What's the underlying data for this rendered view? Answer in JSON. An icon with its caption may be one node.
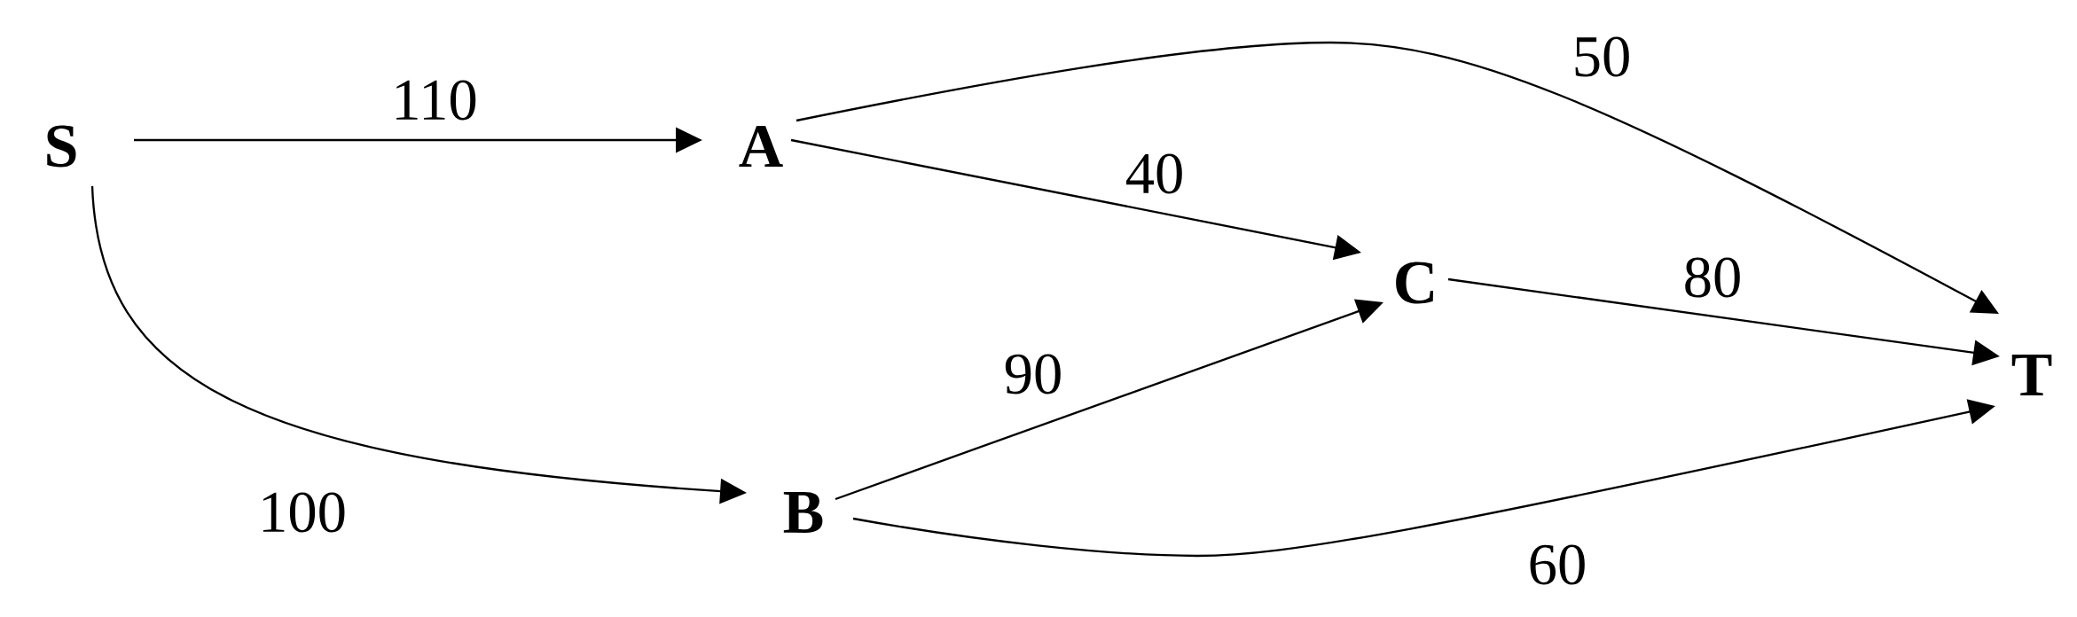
{
  "diagram": {
    "nodes": [
      {
        "text": [
          "S"
        ]
      },
      {
        "text": [
          "A"
        ]
      },
      {
        "text": [
          "B"
        ]
      },
      {
        "text": [
          "C"
        ]
      },
      {
        "text": [
          "T"
        ]
      }
    ],
    "edges": [
      {
        "from": 0,
        "to": 1,
        "arrow": "to",
        "label": "110"
      },
      {
        "from": 0,
        "to": 2,
        "arrow": "to",
        "label": "100"
      },
      {
        "from": 1,
        "to": 3,
        "arrow": "to",
        "label": "40"
      },
      {
        "from": 1,
        "to": 4,
        "arrow": "to",
        "label": "50"
      },
      {
        "from": 2,
        "to": 3,
        "arrow": "to",
        "label": "90"
      },
      {
        "from": 2,
        "to": 4,
        "arrow": "to",
        "label": "60"
      },
      {
        "from": 3,
        "to": 4,
        "arrow": "to",
        "label": "80"
      }
    ]
  }
}
